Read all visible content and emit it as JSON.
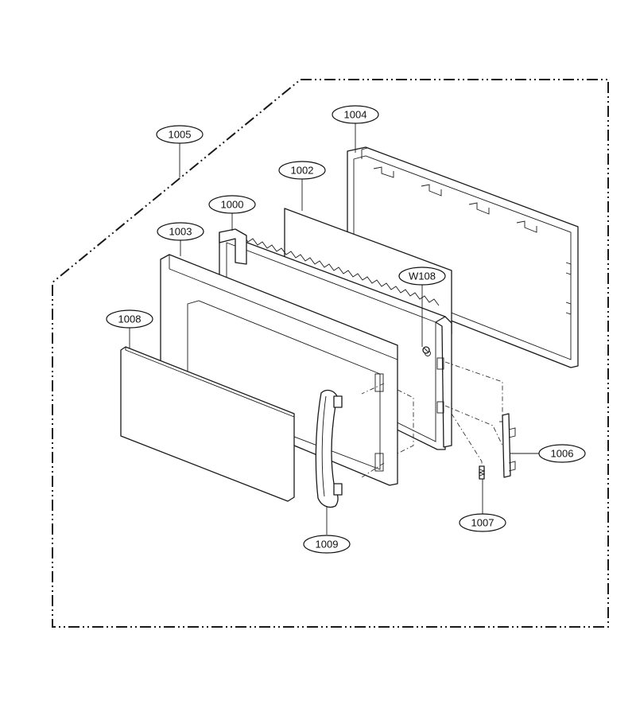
{
  "callouts": {
    "c1005": "1005",
    "c1004": "1004",
    "c1002": "1002",
    "c1000": "1000",
    "c1003": "1003",
    "cW108": "W108",
    "c1008": "1008",
    "c1006": "1006",
    "c1007": "1007",
    "c1009": "1009"
  }
}
